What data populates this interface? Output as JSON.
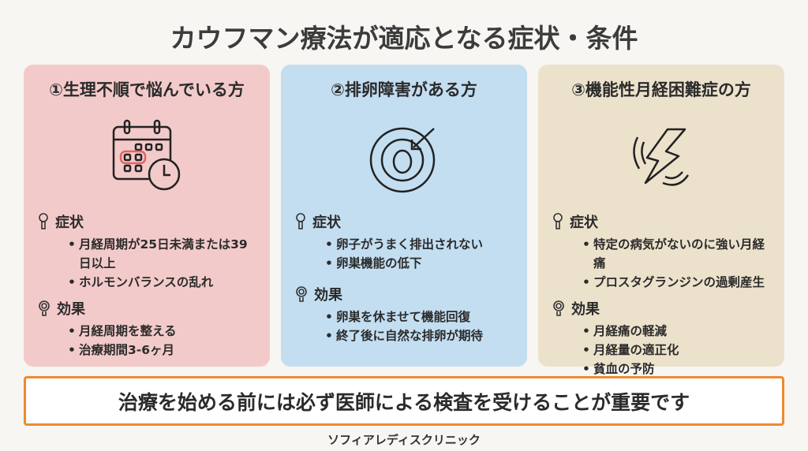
{
  "title": "カウフマン療法が適応となる症状・条件",
  "cards": [
    {
      "heading": "①生理不順で悩んでいる方",
      "icon": "calendar-clock-icon",
      "symptom_label": "症状",
      "symptoms": [
        "月経周期が25日未満または39日以上",
        "ホルモンバランスの乱れ"
      ],
      "effect_label": "効果",
      "effects": [
        "月経周期を整える",
        "治療期間3-6ヶ月"
      ]
    },
    {
      "heading": "②排卵障害がある方",
      "icon": "ovum-arrow-icon",
      "symptom_label": "症状",
      "symptoms": [
        "卵子がうまく排出されない",
        "卵巣機能の低下"
      ],
      "effect_label": "効果",
      "effects": [
        "卵巣を休ませて機能回復",
        "終了後に自然な排卵が期待"
      ]
    },
    {
      "heading": "③機能性月経困難症の方",
      "icon": "lightning-pain-icon",
      "symptom_label": "症状",
      "symptoms": [
        "特定の病気がないのに強い月経痛",
        "プロスタグランジンの過剰産生"
      ],
      "effect_label": "効果",
      "effects": [
        "月経痛の軽減",
        "月経量の適正化",
        "貧血の予防"
      ]
    }
  ],
  "note": "治療を始める前には必ず医師による検査を受けることが重要です",
  "footer": "ソフィアレディスクリニック",
  "colors": {
    "pink": "#f3caca",
    "blue": "#c3def1",
    "beige": "#ece2cc",
    "accent": "#ee8a2e"
  }
}
